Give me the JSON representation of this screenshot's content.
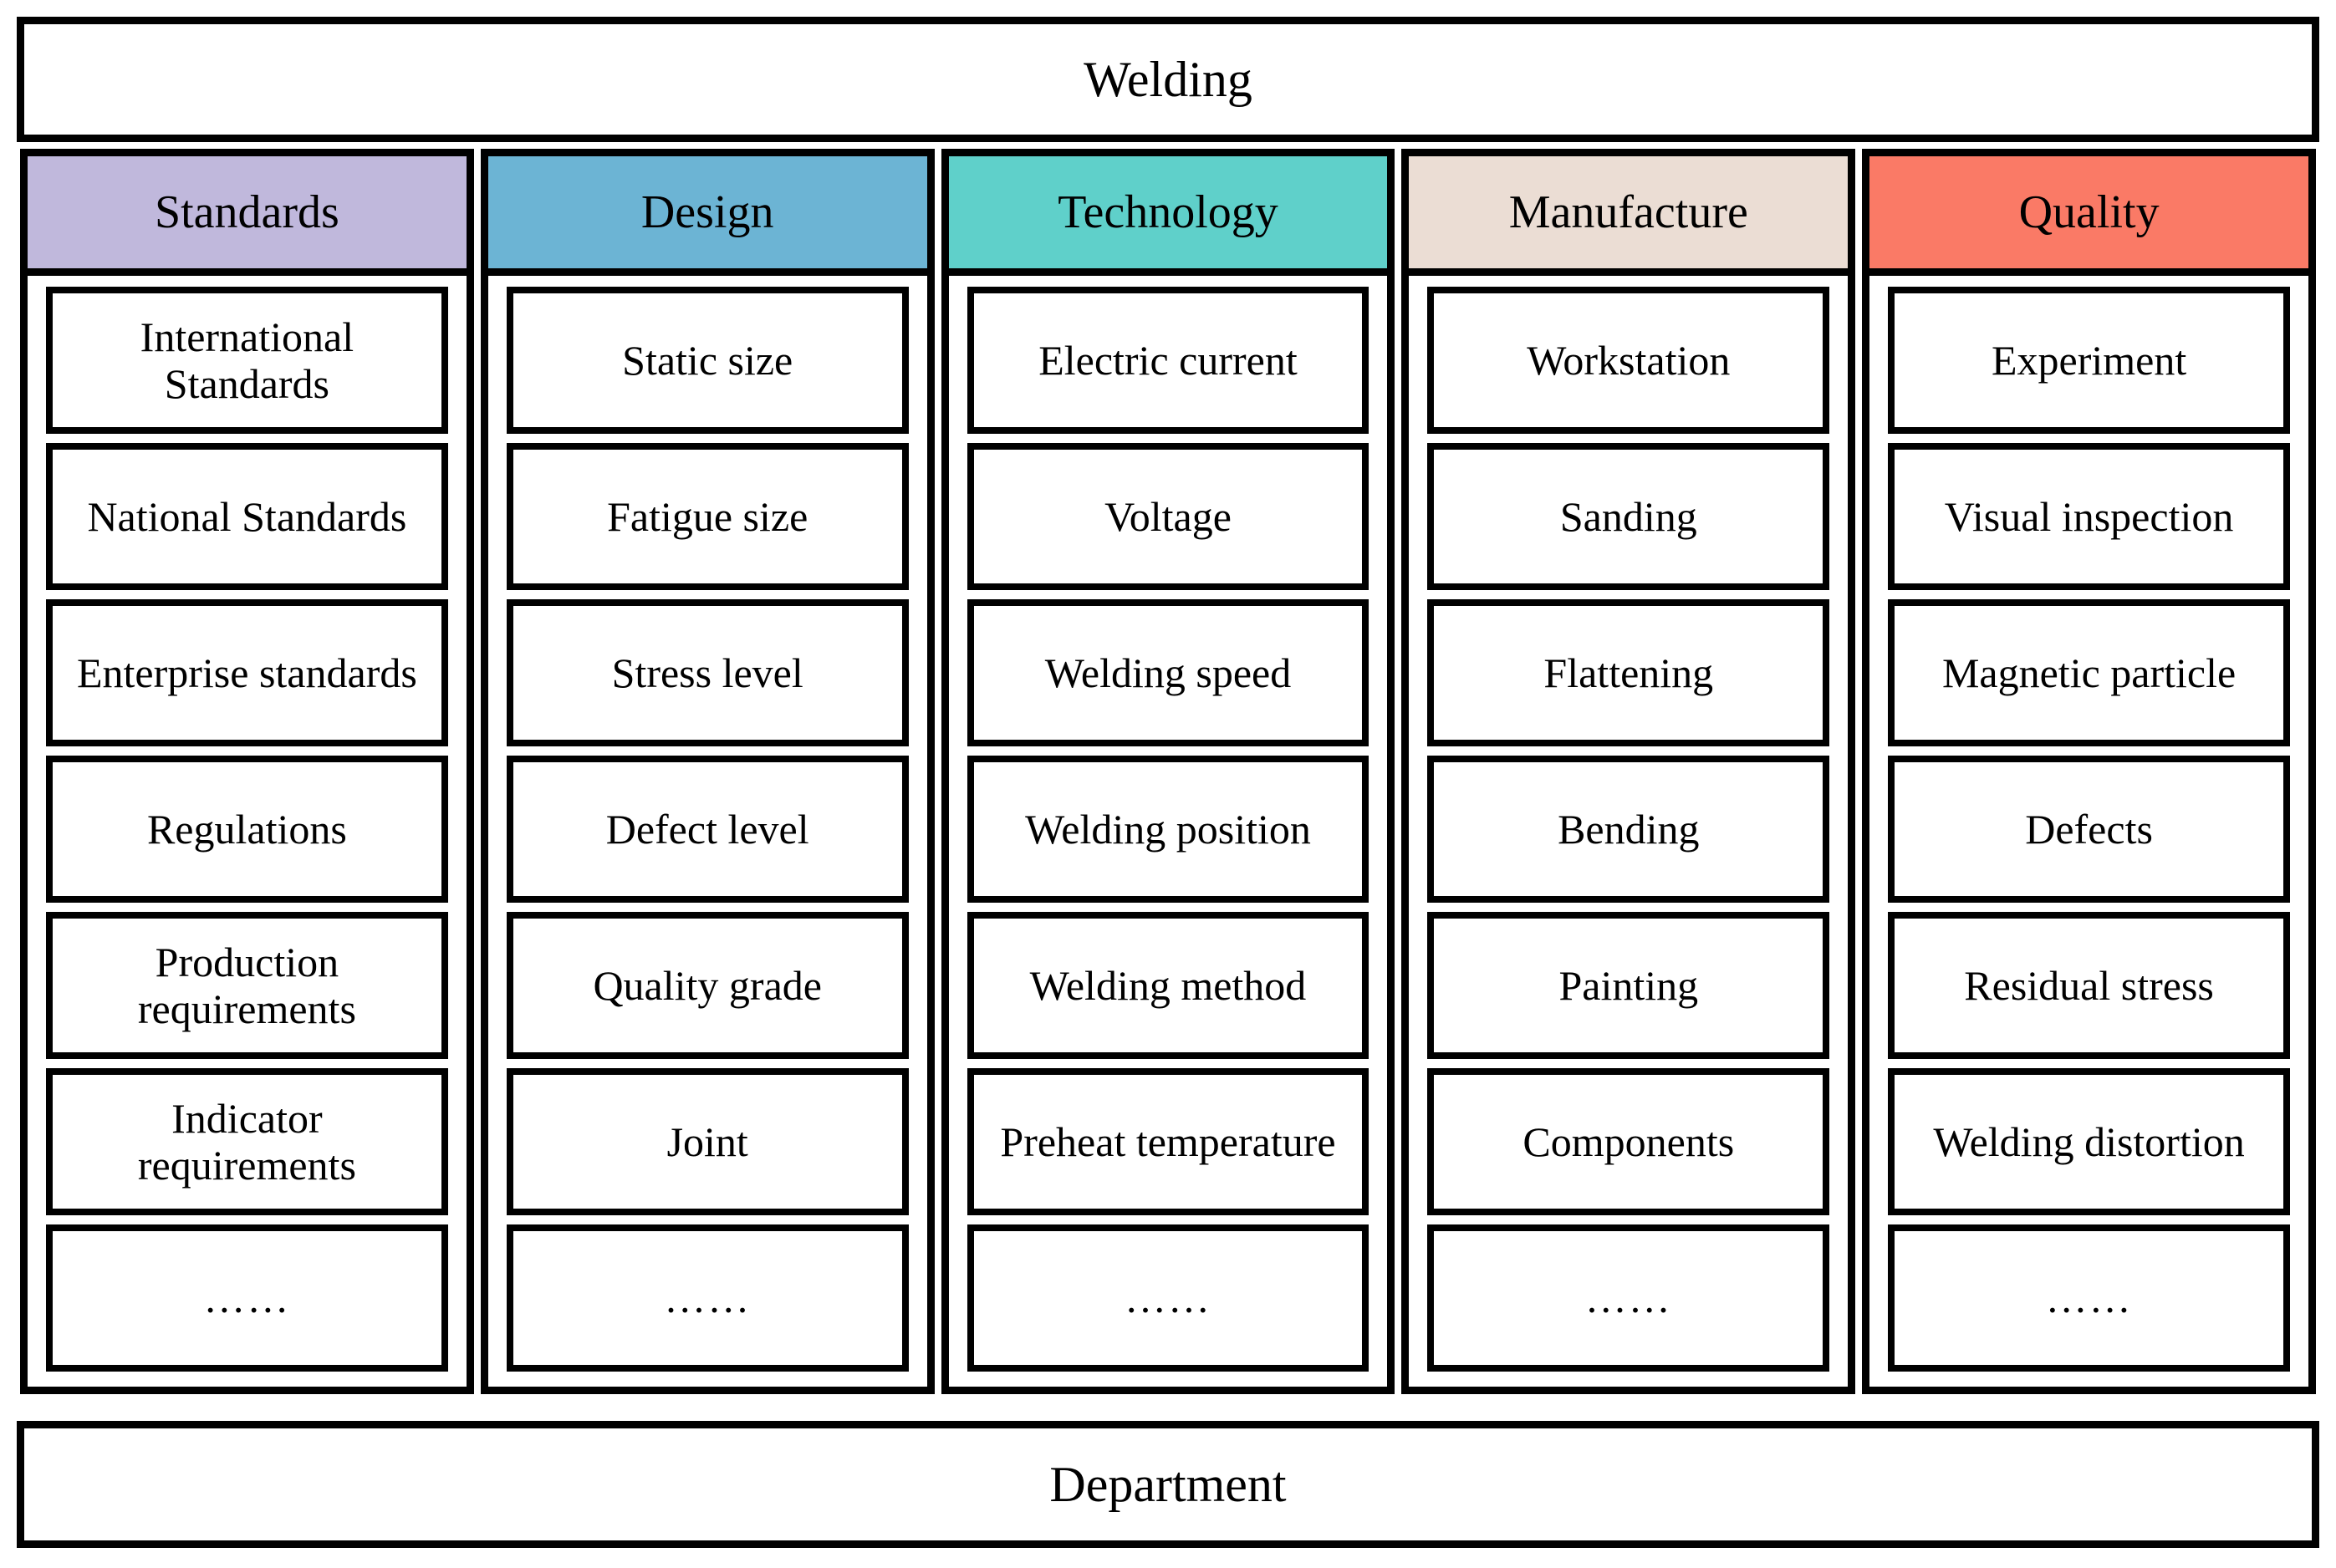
{
  "top_banner": {
    "title": "Welding"
  },
  "bottom_banner": {
    "title": "Department"
  },
  "columns": [
    {
      "header": "Standards",
      "header_color": "#C0B8DC",
      "items": [
        "International Standards",
        "National Standards",
        "Enterprise standards",
        "Regulations",
        "Production requirements",
        "Indicator requirements",
        "……"
      ]
    },
    {
      "header": "Design",
      "header_color": "#6CB4D4",
      "items": [
        "Static size",
        "Fatigue size",
        "Stress level",
        "Defect level",
        "Quality grade",
        "Joint",
        "……"
      ]
    },
    {
      "header": "Technology",
      "header_color": "#5FD0CA",
      "items": [
        "Electric current",
        "Voltage",
        "Welding speed",
        "Welding position",
        "Welding method",
        "Preheat temperature",
        "……"
      ]
    },
    {
      "header": "Manufacture",
      "header_color": "#EBDDD4",
      "items": [
        "Workstation",
        "Sanding",
        "Flattening",
        "Bending",
        "Painting",
        "Components",
        "……"
      ]
    },
    {
      "header": "Quality",
      "header_color": "#FA7A66",
      "items": [
        "Experiment",
        "Visual inspection",
        "Magnetic particle",
        "Defects",
        "Residual stress",
        "Welding distortion",
        "……"
      ]
    }
  ]
}
